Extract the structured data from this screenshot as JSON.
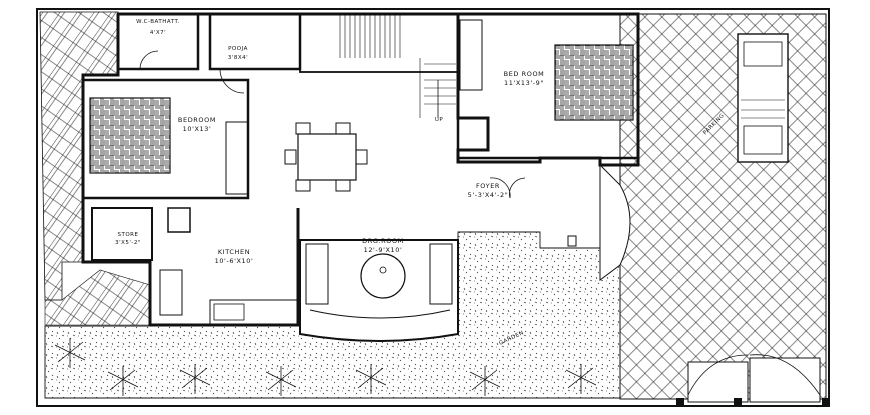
{
  "rooms": {
    "wc_bath": {
      "name": "W.C-BATHATT.",
      "size": "4'X7'"
    },
    "pooja": {
      "name": "POOJA",
      "size": "3'8X4'"
    },
    "bedroom_left": {
      "name": "BEDROOM",
      "size": "10'X13'"
    },
    "bedroom_right": {
      "name": "BED ROOM",
      "size": "11'X13'-9\""
    },
    "store": {
      "name": "STORE",
      "size": "3'X5'-2\""
    },
    "kitchen": {
      "name": "KITCHEN",
      "size": "10'-6'X10'"
    },
    "drawing_room": {
      "name": "DRG.ROOM",
      "size": "12'-9'X10'"
    },
    "foyer": {
      "name": "FOYER",
      "size": "5'-3'X4'-2\""
    }
  },
  "annotations": {
    "stair_up": "UP",
    "parking": "PARKING",
    "garden": "GARDEN"
  },
  "colors": {
    "line": "#111111",
    "background": "#ffffff"
  }
}
